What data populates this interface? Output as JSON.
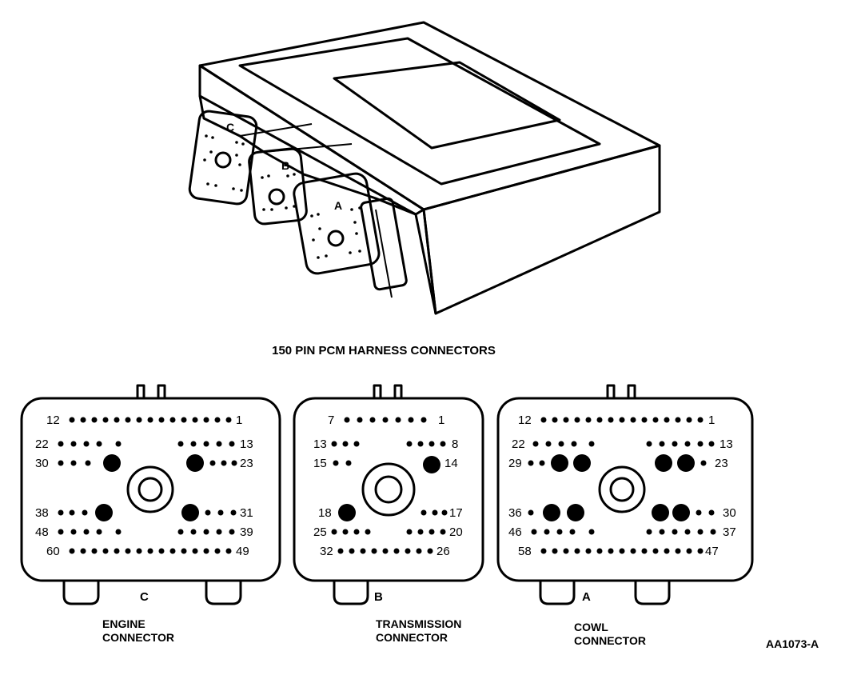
{
  "title": "150 PIN PCM HARNESS CONNECTORS",
  "figure_id": "AA1073-A",
  "module_labels": {
    "c": "C",
    "b": "B",
    "a": "A"
  },
  "connectors": [
    {
      "letter": "C",
      "name_line1": "ENGINE",
      "name_line2": "CONNECTOR",
      "rows": [
        {
          "left": "12",
          "right": "1"
        },
        {
          "left": "22",
          "right": "13"
        },
        {
          "left": "30",
          "right": "23"
        },
        {
          "left": "38",
          "right": "31"
        },
        {
          "left": "48",
          "right": "39"
        },
        {
          "left": "60",
          "right": "49"
        }
      ]
    },
    {
      "letter": "B",
      "name_line1": "TRANSMISSION",
      "name_line2": "CONNECTOR",
      "rows": [
        {
          "left": "7",
          "right": "1"
        },
        {
          "left": "13",
          "right": "8"
        },
        {
          "left": "15",
          "right": "14"
        },
        {
          "left": "18",
          "right": "17"
        },
        {
          "left": "25",
          "right": "20"
        },
        {
          "left": "32",
          "right": "26"
        }
      ]
    },
    {
      "letter": "A",
      "name_line1": "COWL",
      "name_line2": "CONNECTOR",
      "rows": [
        {
          "left": "12",
          "right": "1"
        },
        {
          "left": "22",
          "right": "13"
        },
        {
          "left": "29",
          "right": "23"
        },
        {
          "left": "36",
          "right": "30"
        },
        {
          "left": "46",
          "right": "37"
        },
        {
          "left": "58",
          "right": "47"
        }
      ]
    }
  ]
}
